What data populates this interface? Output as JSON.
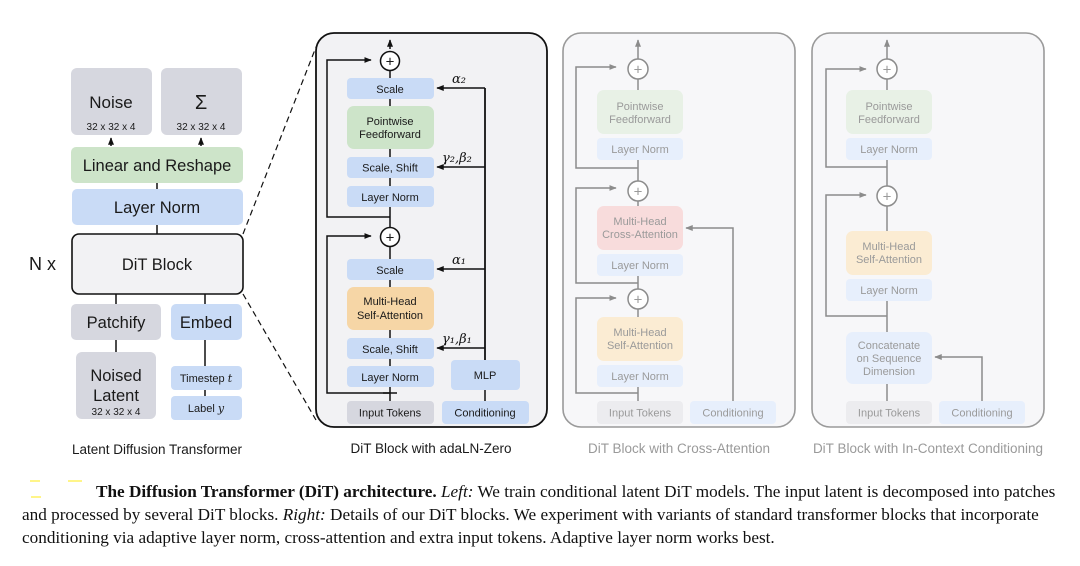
{
  "left": {
    "noise": {
      "label": "Noise",
      "dims": "32 x 32 x 4"
    },
    "sigma": {
      "label": "Σ",
      "dims": "32 x 32 x 4"
    },
    "linear_reshape": "Linear and Reshape",
    "layer_norm": "Layer Norm",
    "repeat": "N x",
    "dit_block": "DiT Block",
    "patchify": "Patchify",
    "embed": "Embed",
    "noised_latent": {
      "line1": "Noised",
      "line2": "Latent",
      "dims": "32 x 32 x 4"
    },
    "timestep": {
      "text": "Timestep ",
      "var": "t"
    },
    "label": {
      "text": "Label ",
      "var": "y"
    },
    "title": "Latent Diffusion Transformer"
  },
  "adaln": {
    "title": "DiT Block with adaLN-Zero",
    "scale_top": "Scale",
    "ffn": [
      "Pointwise",
      "Feedforward"
    ],
    "scale_shift_top": "Scale, Shift",
    "layer_norm_top": "Layer Norm",
    "scale_bottom": "Scale",
    "mhsa": [
      "Multi-Head",
      "Self-Attention"
    ],
    "scale_shift_bottom": "Scale, Shift",
    "layer_norm_bottom": "Layer Norm",
    "mlp": "MLP",
    "input_tokens": "Input Tokens",
    "conditioning": "Conditioning",
    "alpha2": "α₂",
    "gamma2_beta2": "γ₂,β₂",
    "alpha1": "α₁",
    "gamma1_beta1": "γ₁,β₁"
  },
  "cross": {
    "title": "DiT Block with Cross-Attention",
    "ffn": [
      "Pointwise",
      "Feedforward"
    ],
    "layer_norm_top": "Layer Norm",
    "mhca": [
      "Multi-Head",
      "Cross-Attention"
    ],
    "layer_norm_mid": "Layer Norm",
    "mhsa": [
      "Multi-Head",
      "Self-Attention"
    ],
    "layer_norm_bottom": "Layer Norm",
    "input_tokens": "Input Tokens",
    "conditioning": "Conditioning"
  },
  "incontext": {
    "title": "DiT Block with In-Context Conditioning",
    "ffn": [
      "Pointwise",
      "Feedforward"
    ],
    "layer_norm_top": "Layer Norm",
    "mhsa": [
      "Multi-Head",
      "Self-Attention"
    ],
    "layer_norm_bottom": "Layer Norm",
    "concat": [
      "Concatenate",
      "on Sequence",
      "Dimension"
    ],
    "input_tokens": "Input Tokens",
    "conditioning": "Conditioning"
  },
  "caption": {
    "bold": "The Diffusion Transformer (DiT) architecture.",
    "left_label": "Left:",
    "left_text": " We train conditional latent DiT models. The input latent is decomposed into patches and processed by several DiT blocks. ",
    "right_label": "Right:",
    "right_text": " Details of our DiT blocks. We experiment with variants of standard transformer blocks that incorporate conditioning via adaptive layer norm, cross-attention and extra input tokens. Adaptive layer norm works best."
  },
  "colors": {
    "gray_box": "#d6d7df",
    "green_box": "#cde4c9",
    "blue_box": "#c9dbf6",
    "orange_box": "#f6d6a6",
    "panel_bg": "#f2f2f4",
    "faded_panel_bg": "#f7f7f9",
    "faded_line": "#8c8c8c"
  }
}
